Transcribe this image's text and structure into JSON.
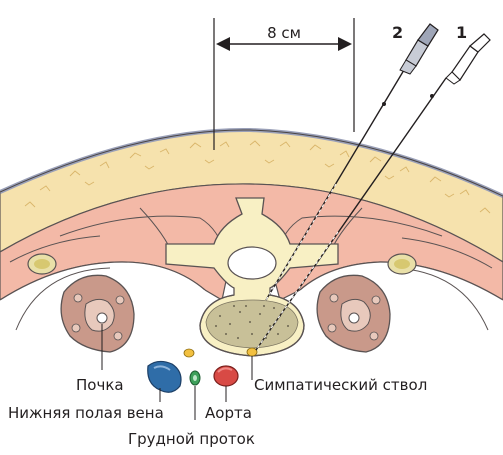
{
  "measurement": {
    "text": "8 см"
  },
  "needles": [
    {
      "number": "1"
    },
    {
      "number": "2"
    }
  ],
  "labels": {
    "kidney": "Почка",
    "ivc": "Нижняя полая вена",
    "thoracic_duct": "Грудной проток",
    "aorta": "Аорта",
    "sympathetic_trunk": "Симпатический ствол"
  },
  "colors": {
    "skin": "#9aa0b8",
    "fat": "#f6e2ad",
    "muscle": "#f3b9a7",
    "bone": "#f8f0c4",
    "kidney": "#c9998a",
    "ivc": "#2f6da8",
    "aorta": "#d84a45",
    "thoracic_duct": "#3ea05a",
    "ganglion": "#f2c040"
  }
}
